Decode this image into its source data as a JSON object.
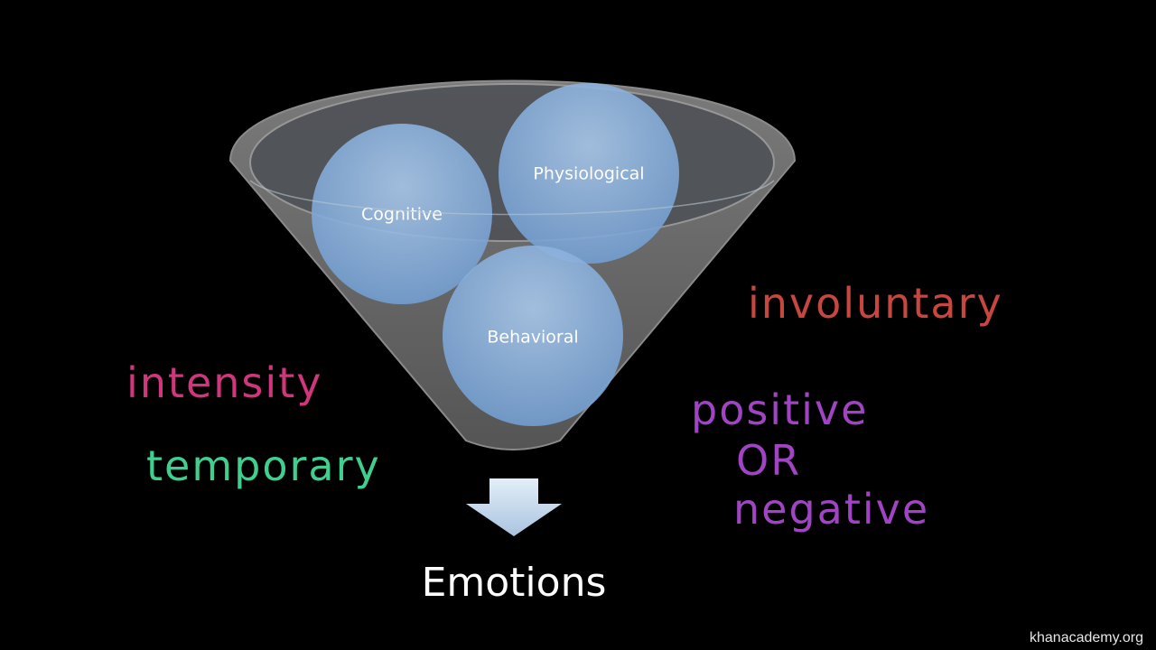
{
  "diagram": {
    "circles": [
      {
        "id": "cognitive",
        "label": "Cognitive"
      },
      {
        "id": "physiological",
        "label": "Physiological"
      },
      {
        "id": "behavioral",
        "label": "Behavioral"
      }
    ],
    "output_label": "Emotions"
  },
  "annotations": {
    "intensity": {
      "text": "intensity",
      "color": "#d0367c"
    },
    "temporary": {
      "text": "temporary",
      "color": "#3fd08f"
    },
    "involuntary": {
      "text": "involuntary",
      "color": "#c7463f"
    },
    "positive": {
      "text": "positive",
      "color": "#a044c4"
    },
    "or": {
      "text": "OR",
      "color": "#a044c4"
    },
    "negative": {
      "text": "negative",
      "color": "#a044c4"
    }
  },
  "colors": {
    "funnel": "#707070",
    "circle_fill": "#7ea9d8",
    "arrow": "#cfe0f2"
  },
  "watermark": "khanacademy.org"
}
